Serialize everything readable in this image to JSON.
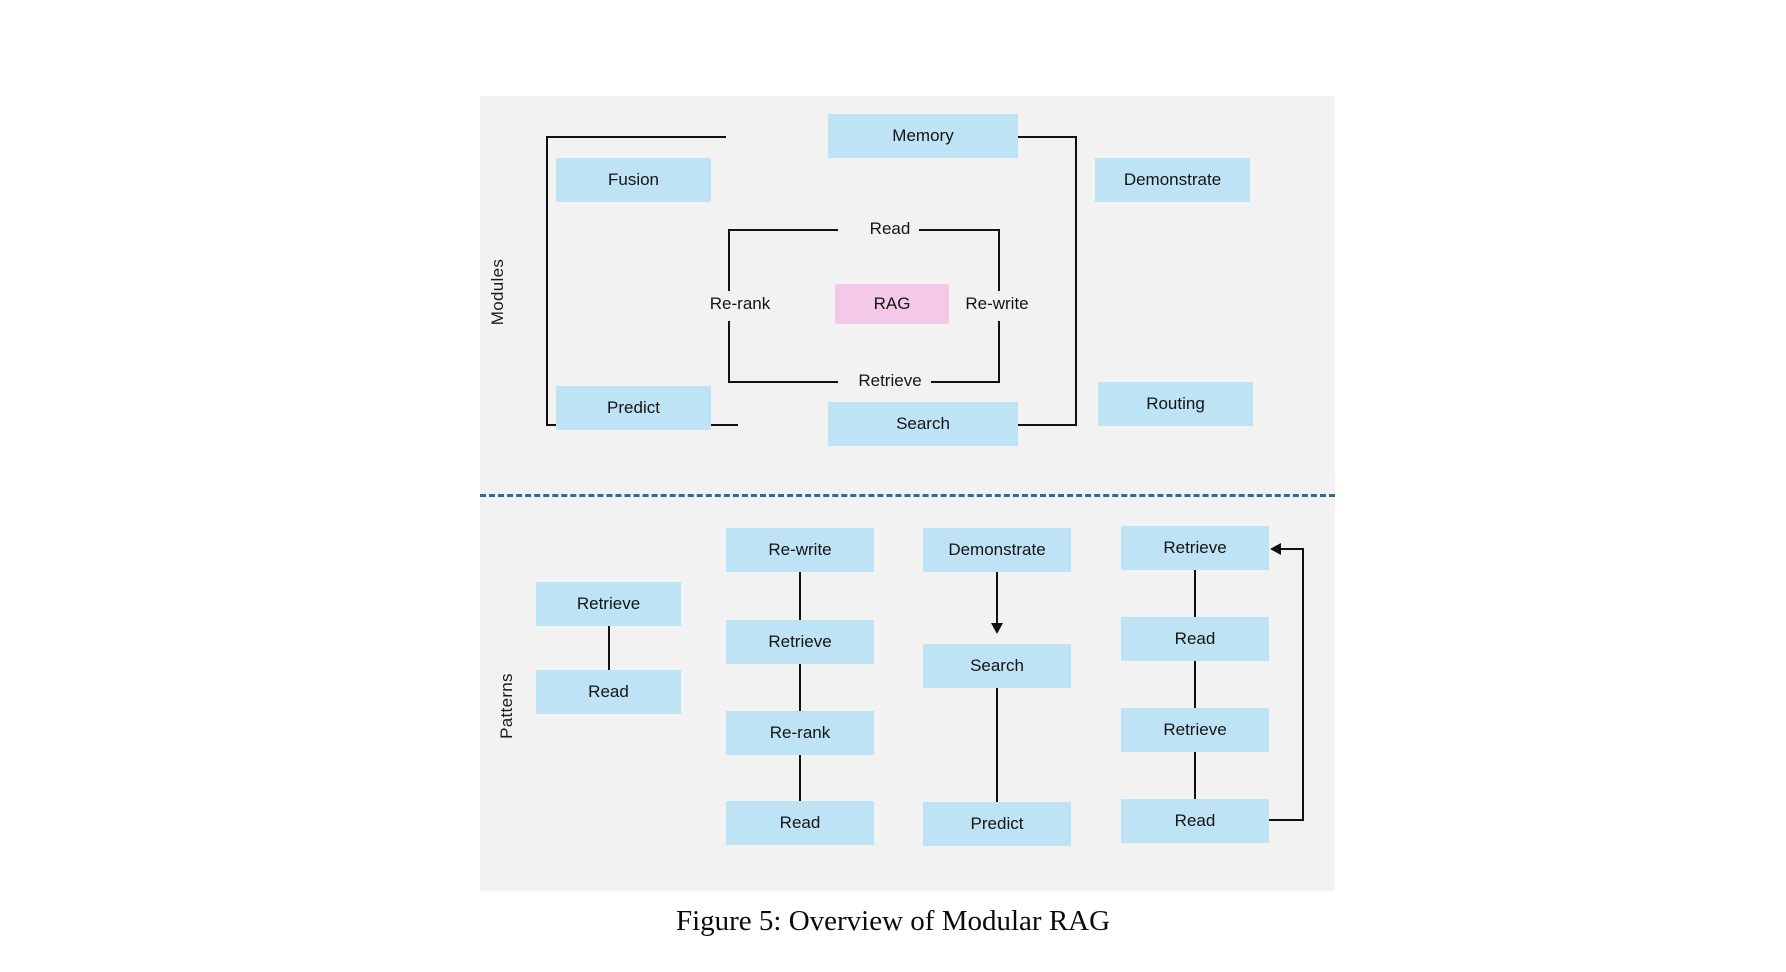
{
  "figure": {
    "caption": "Figure 5: Overview of Modular RAG",
    "colors": {
      "panel_background": "#f2f2f2",
      "node_fill": "#bde3f4",
      "core_fill": "#f4c9e8",
      "connector": "#111111",
      "divider": "#2c6e8f",
      "page_background": "#ffffff"
    }
  },
  "sections": {
    "modules": {
      "label": "Modules",
      "outer_nodes": [
        {
          "name": "memory",
          "label": "Memory"
        },
        {
          "name": "fusion",
          "label": "Fusion"
        },
        {
          "name": "demonstrate",
          "label": "Demonstrate"
        },
        {
          "name": "predict",
          "label": "Predict"
        },
        {
          "name": "routing",
          "label": "Routing"
        },
        {
          "name": "search",
          "label": "Search"
        }
      ],
      "core": {
        "name": "rag",
        "label": "RAG"
      },
      "inner_nodes": [
        {
          "name": "read",
          "label": "Read"
        },
        {
          "name": "re-rank",
          "label": "Re-rank"
        },
        {
          "name": "re-write",
          "label": "Re-write"
        },
        {
          "name": "retrieve",
          "label": "Retrieve"
        }
      ]
    },
    "patterns": {
      "label": "Patterns",
      "flows": [
        {
          "name": "pattern-naive",
          "steps": [
            "Retrieve",
            "Read"
          ],
          "loop": false
        },
        {
          "name": "pattern-rewrite-retrieve-rerank-read",
          "steps": [
            "Re-write",
            "Retrieve",
            "Re-rank",
            "Read"
          ],
          "loop": false
        },
        {
          "name": "pattern-demonstrate-search-predict",
          "steps": [
            "Demonstrate",
            "Search",
            "Predict"
          ],
          "loop": false
        },
        {
          "name": "pattern-iterative-retrieve-read",
          "steps": [
            "Retrieve",
            "Read",
            "Retrieve",
            "Read"
          ],
          "loop": true
        }
      ]
    }
  }
}
